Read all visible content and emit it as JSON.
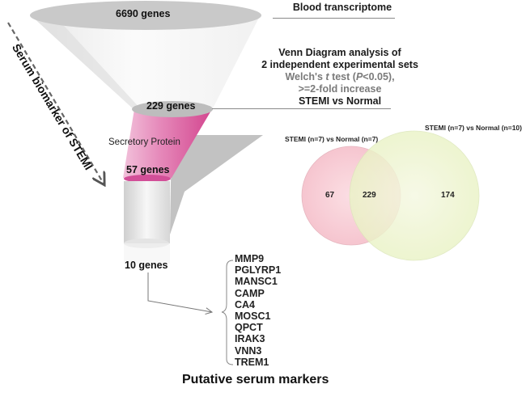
{
  "funnel": {
    "top_label": "6690 genes",
    "mid_label": "229 genes",
    "pink_label": "Secretory Protein",
    "bottom_label": "57 genes",
    "output_label": "10 genes",
    "side_arrow_label": "Serum biomarker of STEMI",
    "colors": {
      "funnel_top": "#c8c8c8",
      "pink": "#d9559a",
      "pink_light": "#f0b5d2",
      "shadow": "#bdbdbd"
    }
  },
  "annotations": {
    "blood_transcriptome": "Blood transcriptome",
    "venn_title_line1": "Venn Diagram analysis of",
    "venn_title_line2": "2 independent experimental sets",
    "welch_prefix": "Welch's ",
    "welch_t": "t",
    "welch_mid": " test (",
    "welch_p": "P",
    "welch_suffix": "<0.05),",
    "fold_increase": ">=2-fold increase",
    "comparison": "STEMI vs Normal"
  },
  "venn": {
    "set_a_label": "STEMI (n=7) vs Normal (n=7)",
    "set_b_label": "STEMI (n=7) vs Normal (n=10)",
    "only_a": "67",
    "both": "229",
    "only_b": "174",
    "colors": {
      "set_a": "#f4b6c2",
      "set_b": "#e8f2c0"
    }
  },
  "markers": {
    "genes": [
      "MMP9",
      "PGLYRP1",
      "MANSC1",
      "CAMP",
      "CA4",
      "MOSC1",
      "QPCT",
      "IRAK3",
      "VNN3",
      "TREM1"
    ],
    "title": "Putative serum markers"
  }
}
